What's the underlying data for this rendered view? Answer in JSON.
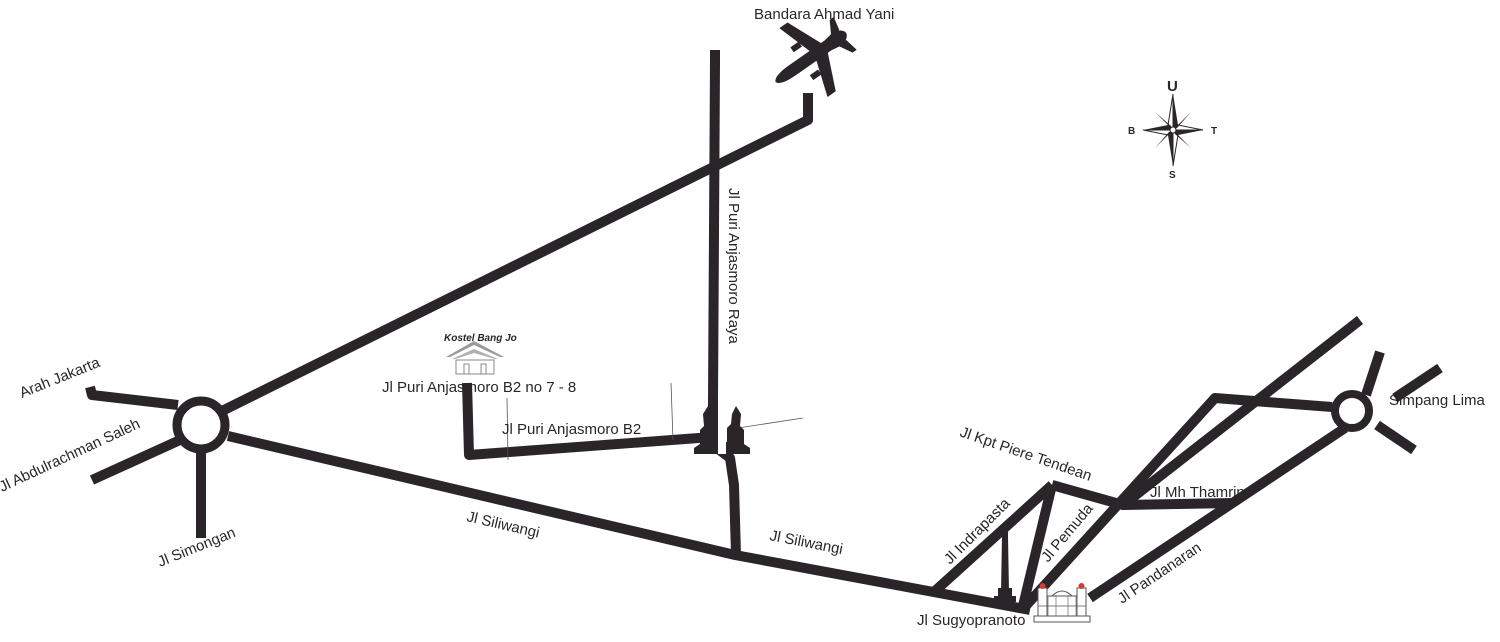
{
  "map": {
    "labels": {
      "airport": "Bandara Ahmad Yani",
      "arah_jakarta": "Arah Jakarta",
      "jl_abdulrachman_saleh": "Jl Abdulrachman Saleh",
      "jl_simongan": "Jl Simongan",
      "jl_siliwangi_1": "Jl Siliwangi",
      "jl_siliwangi_2": "Jl Siliwangi",
      "jl_puri_anjasmoro_raya": "Jl Puri Anjasmoro Raya",
      "jl_puri_anjasmoro_b2": "Jl Puri Anjasmoro B2",
      "address": "Jl Puri Anjasmoro B2 no 7 - 8",
      "kostel": "Kostel Bang Jo",
      "jl_kpt_piere_tendean": "Jl Kpt Piere Tendean",
      "jl_mh_thamrin": "Jl Mh Thamrin",
      "jl_indrapasta": "Jl Indrapasta",
      "jl_pemuda": "Jl Pemuda",
      "jl_pandanaran": "Jl Pandanaran",
      "jl_sugyopranoto": "Jl Sugyopranoto",
      "simpang_lima": "Simpang Lima"
    },
    "compass": {
      "north": "U",
      "south": "S",
      "east": "T",
      "west": "B"
    },
    "icons": [
      "airplane-icon",
      "compass-rose-icon",
      "house-icon",
      "gate-monument-icon",
      "tugu-monument-icon",
      "lawang-sewu-building-icon"
    ],
    "colors": {
      "road": "#2a2528",
      "text": "#2a2628",
      "background": "#ffffff"
    }
  }
}
